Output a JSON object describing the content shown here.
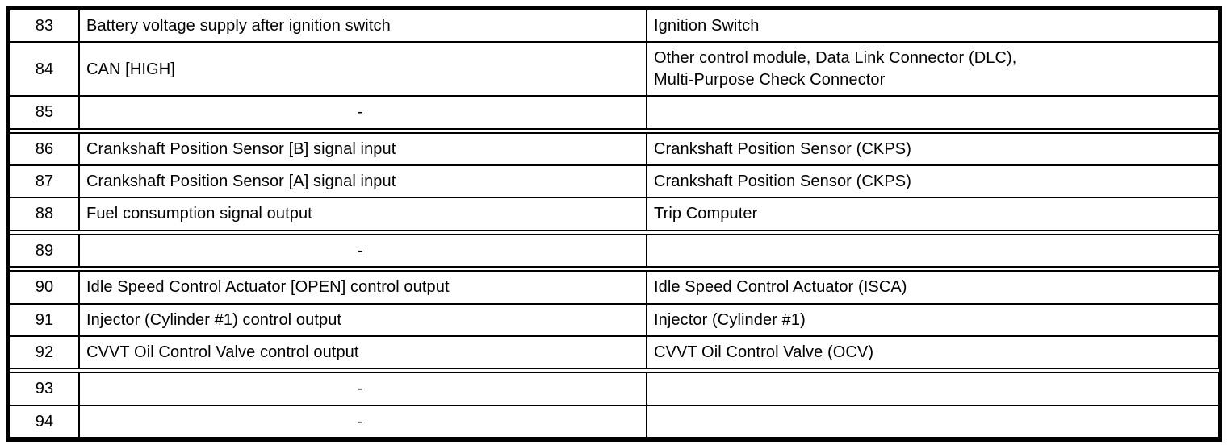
{
  "table": {
    "name": "ecm-terminal-function-table",
    "columns": [
      "pin_number",
      "description",
      "connected_to"
    ],
    "empty_marker": "-",
    "rows": [
      {
        "pin": "83",
        "description": "Battery voltage supply after ignition switch",
        "connected_to": "Ignition Switch"
      },
      {
        "pin": "84",
        "description": "CAN [HIGH]",
        "connected_to": "Other control module, Data Link Connector (DLC),\nMulti-Purpose Check Connector"
      },
      {
        "pin": "85",
        "description": "-",
        "connected_to": ""
      },
      {
        "pin": "86",
        "description": "Crankshaft Position Sensor [B] signal input",
        "connected_to": "Crankshaft Position Sensor (CKPS)"
      },
      {
        "pin": "87",
        "description": "Crankshaft Position Sensor [A] signal input",
        "connected_to": "Crankshaft Position Sensor (CKPS)"
      },
      {
        "pin": "88",
        "description": "Fuel consumption signal output",
        "connected_to": "Trip Computer"
      },
      {
        "pin": "89",
        "description": "-",
        "connected_to": ""
      },
      {
        "pin": "90",
        "description": "Idle Speed Control Actuator [OPEN] control output",
        "connected_to": "Idle Speed Control Actuator (ISCA)"
      },
      {
        "pin": "91",
        "description": "Injector (Cylinder #1) control output",
        "connected_to": "Injector (Cylinder #1)"
      },
      {
        "pin": "92",
        "description": "CVVT Oil Control Valve control output",
        "connected_to": "CVVT Oil Control Valve (OCV)"
      },
      {
        "pin": "93",
        "description": "-",
        "connected_to": ""
      },
      {
        "pin": "94",
        "description": "-",
        "connected_to": ""
      }
    ]
  }
}
